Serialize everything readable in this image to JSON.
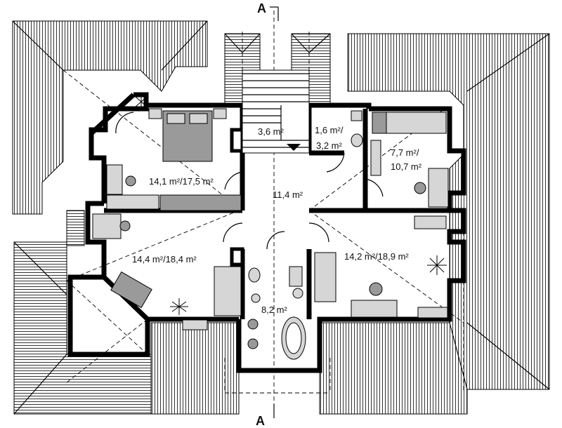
{
  "section_marks": {
    "top": "A",
    "bottom": "A"
  },
  "rooms": [
    {
      "id": "stair-hall",
      "area": "3,6 m²"
    },
    {
      "id": "wc-small",
      "area_line1": "1,6 m²/",
      "area_line2": "3,2 m²"
    },
    {
      "id": "bedroom-ne",
      "area_line1": "7,7 m²/",
      "area_line2": "10,7 m²"
    },
    {
      "id": "bedroom-nw",
      "area": "14,1 m²/17,5 m²"
    },
    {
      "id": "hall",
      "area": "11,4 m²"
    },
    {
      "id": "bedroom-sw",
      "area": "14,4 m²/18,4 m²"
    },
    {
      "id": "bathroom",
      "area": "8,2 m²"
    },
    {
      "id": "bedroom-se",
      "area": "14,2 m²/18,9 m²"
    }
  ]
}
